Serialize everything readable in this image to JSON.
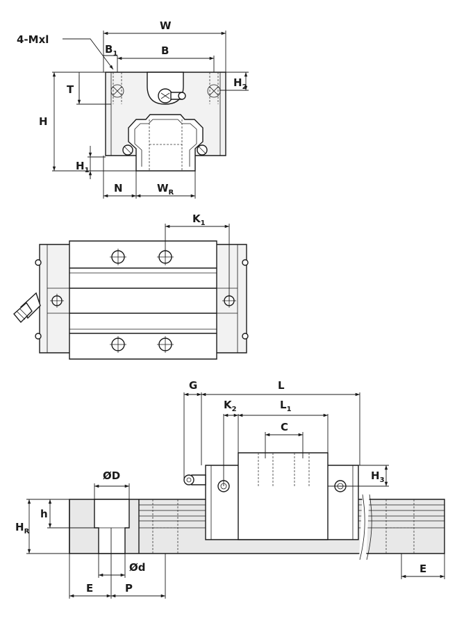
{
  "labels": {
    "mxl": "4-Mxl",
    "W": "W",
    "B1": "B",
    "B1_sub": "1",
    "B": "B",
    "T": "T",
    "H": "H",
    "H2": "H",
    "H2_sub": "2",
    "H1": "H",
    "H1_sub": "1",
    "N": "N",
    "WR": "W",
    "WR_sub": "R",
    "K1": "K",
    "K1_sub": "1",
    "G": "G",
    "L": "L",
    "K2": "K",
    "K2_sub": "2",
    "L1": "L",
    "L1_sub": "1",
    "C": "C",
    "H3": "H",
    "H3_sub": "3",
    "OD": "ØD",
    "Od": "Ød",
    "h": "h",
    "HR": "H",
    "HR_sub": "R",
    "E_left": "E",
    "P": "P",
    "E_right": "E"
  }
}
